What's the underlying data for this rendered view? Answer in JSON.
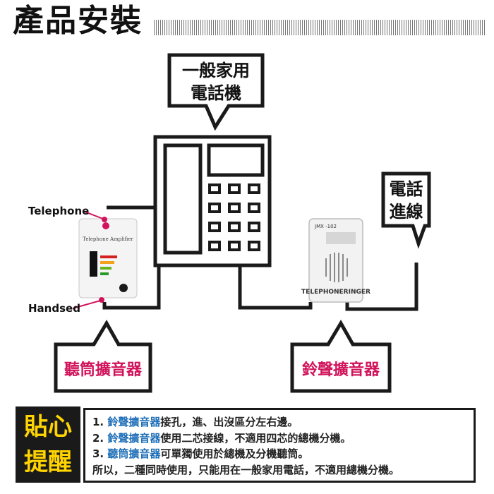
{
  "title": "產品安裝",
  "callouts": {
    "home_phone_line1": "一般家用",
    "home_phone_line2": "電話機",
    "phone_line1": "電話",
    "phone_line2": "進線"
  },
  "labels": {
    "telephone": "Telephone",
    "handsed": "Handsed",
    "amplifier_name": "Telephone Amplifier",
    "ringer_model": "JMX -102",
    "ringer_name": "TELEPHONERINGER"
  },
  "devices": {
    "handset_amplifier": "聽筒擴音器",
    "ringer_amplifier": "鈴聲擴音器"
  },
  "tips": {
    "heading_line1": "貼心",
    "heading_line2": "提醒",
    "items": [
      {
        "prefix": "1. ",
        "highlight": "鈴聲擴音器",
        "rest": "接孔，進、出沒區分左右邊。"
      },
      {
        "prefix": "2. ",
        "highlight": "鈴聲擴音器",
        "rest": "使用二芯接線，不適用四芯的總機分機。"
      },
      {
        "prefix": "3. ",
        "highlight": "聽筒擴音器",
        "rest": "可單獨使用於總機及分機聽筒。"
      },
      {
        "prefix": "",
        "highlight": "",
        "rest": "所以，二種同時使用，只能用在一般家用電話，不適用總機分機。"
      }
    ]
  },
  "colors": {
    "accent_pink": "#d1135b",
    "highlight_blue": "#1f6fb8",
    "tip_heading": "#ffd400"
  }
}
